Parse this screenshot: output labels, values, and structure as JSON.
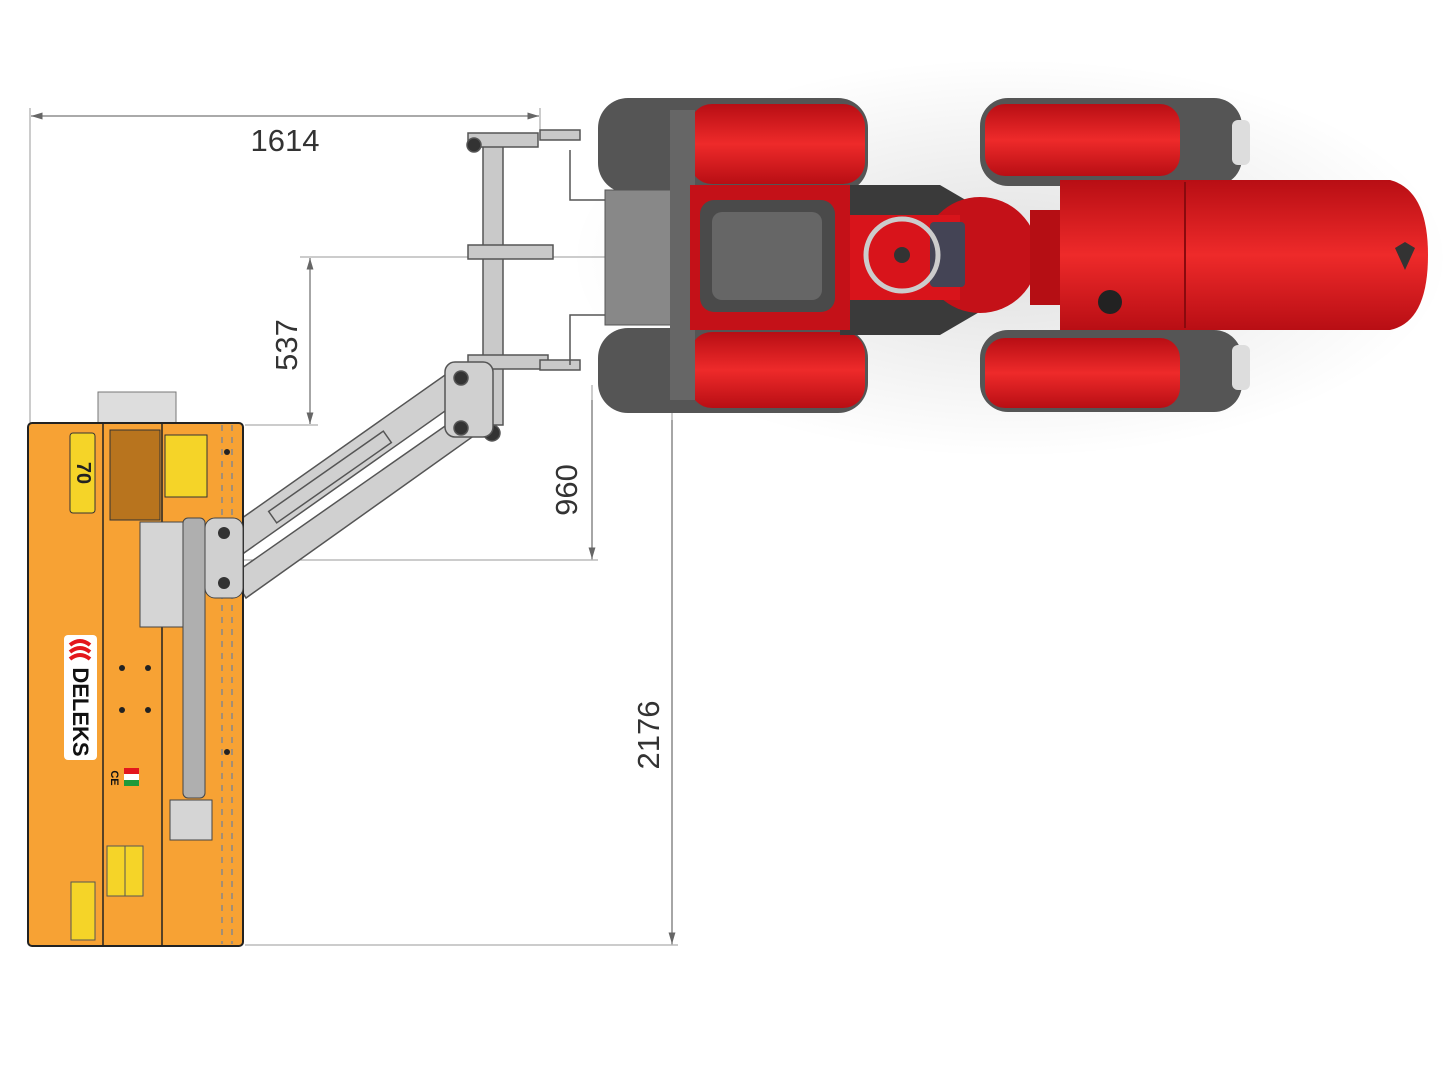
{
  "dimensions": {
    "width_overall": "1614",
    "arm_offset": "537",
    "hitch_to_mower": "960",
    "total_length": "2176"
  },
  "mower": {
    "brand_logo": "DELEKS",
    "size_label": "70",
    "ce_mark": "CE"
  },
  "colors": {
    "mower_orange": "#F7A234",
    "tractor_red": "#D8141B",
    "arm_gray": "#C9C9C9",
    "dimension_line": "#777777"
  }
}
